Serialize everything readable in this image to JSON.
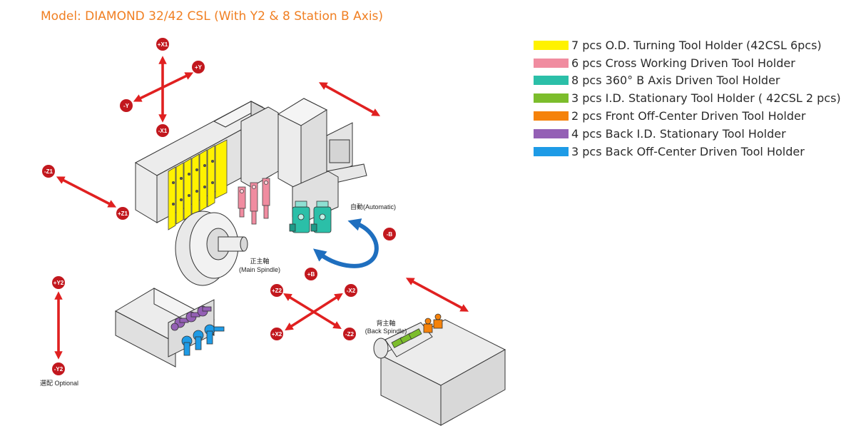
{
  "title": "Model: DIAMOND 32/42 CSL (With Y2 & 8 Station B Axis)",
  "colors": {
    "title": "#f07f22",
    "arrow": "#e02020",
    "badge": "#c2181e",
    "rotate_arrow": "#1f6fbf"
  },
  "legend": [
    {
      "label": "7 pcs O.D. Turning Tool Holder (42CSL 6pcs)",
      "color": "#fff200"
    },
    {
      "label": "6 pcs Cross Working Driven Tool Holder",
      "color": "#f08ca0"
    },
    {
      "label": "8 pcs 360° B Axis Driven Tool Holder",
      "color": "#2bbfa8"
    },
    {
      "label": "3 pcs I.D. Stationary Tool Holder ( 42CSL 2 pcs)",
      "color": "#7cbd2c"
    },
    {
      "label": "2 pcs Front Off-Center Driven Tool Holder",
      "color": "#f5820a"
    },
    {
      "label": "4 pcs Back I.D. Stationary Tool Holder",
      "color": "#9460b5"
    },
    {
      "label": "3 pcs Back Off-Center Driven Tool Holder",
      "color": "#1e9be6"
    }
  ],
  "axes": {
    "x1_plus": "+X1",
    "x1_minus": "-X1",
    "y_plus": "+Y",
    "y_minus": "-Y",
    "z1_minus": "-Z1",
    "z1_plus": "+Z1",
    "y2_plus": "+Y2",
    "y2_minus": "-Y2",
    "z2_plus": "+Z2",
    "x2_minus": "-X2",
    "x2_plus": "+X2",
    "z2_minus": "-Z2",
    "b_minus": "-B",
    "b_plus": "+B"
  },
  "labels": {
    "automatic": "自動(Automatic)",
    "main_spindle_cn": "正主軸",
    "main_spindle_en": "(Main Spindle)",
    "back_spindle_cn": "背主軸",
    "back_spindle_en": "(Back Spindle)",
    "optional": "選配 Optional"
  }
}
